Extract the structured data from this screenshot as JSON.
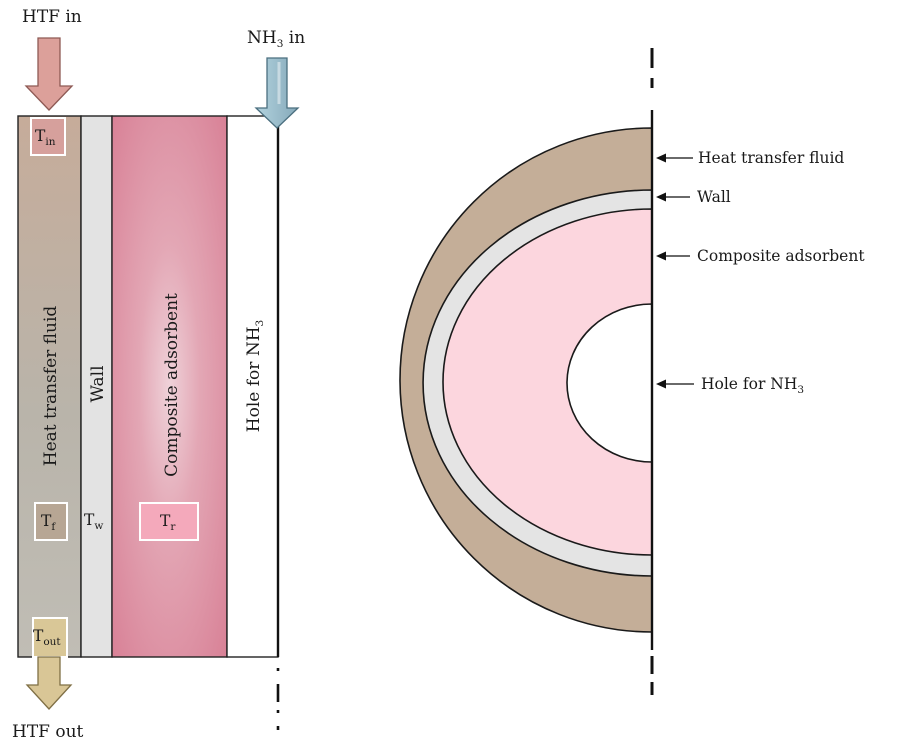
{
  "flows": {
    "htf_in": "HTF in",
    "htf_out": "HTF out",
    "nh3_in_main": "NH",
    "nh3_in_sub": "3",
    "nh3_in_tail": " in"
  },
  "temperatures": {
    "t_in_main": "T",
    "t_in_sub": "in",
    "t_f_main": "T",
    "t_f_sub": "f",
    "t_w_main": "T",
    "t_w_sub": "w",
    "t_r_main": "T",
    "t_r_sub": "r",
    "t_out_main": "T",
    "t_out_sub": "out"
  },
  "layers": {
    "htf": "Heat transfer fluid",
    "wall": "Wall",
    "adsorbent": "Composite adsorbent",
    "hole_main": "Hole for NH",
    "hole_sub": "3"
  },
  "cross_section": {
    "htf": "Heat transfer fluid",
    "wall": "Wall",
    "adsorbent": "Composite adsorbent",
    "hole_main": "Hole for NH",
    "hole_sub": "3"
  },
  "colors": {
    "htf": "#c4b09c",
    "wall": "#e4e4e4",
    "adsorbent": "#d9879b",
    "adsorbent_cross": "#fcd6de",
    "htf_in_arrow": "#dca09a",
    "htf_out_arrow": "#d9c696",
    "nh3_arrow": "#9dbfcd"
  }
}
